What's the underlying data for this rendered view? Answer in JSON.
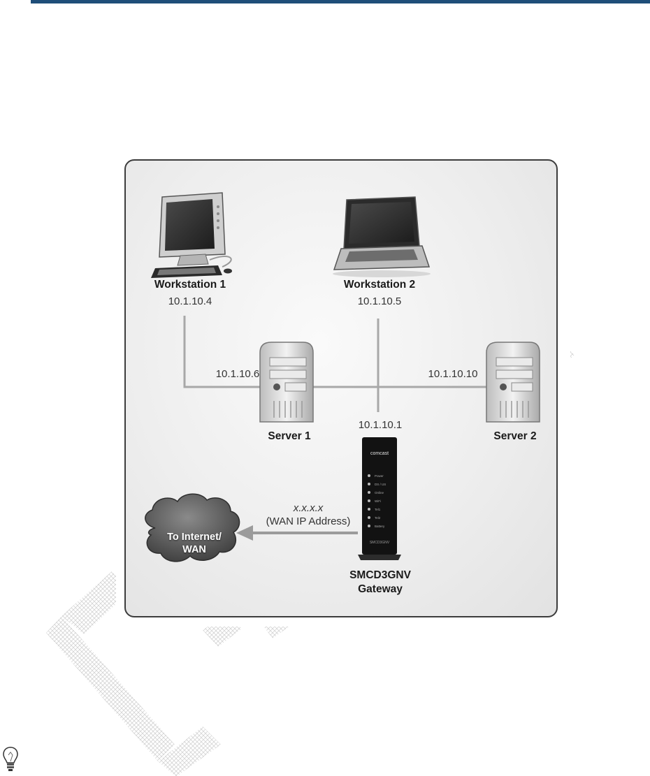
{
  "diagram": {
    "workstation1": {
      "name": "Workstation 1",
      "ip": "10.1.10.4"
    },
    "workstation2": {
      "name": "Workstation 2",
      "ip": "10.1.10.5"
    },
    "server1": {
      "name": "Server 1",
      "ip": "10.1.10.6"
    },
    "server2": {
      "name": "Server 2",
      "ip": "10.1.10.10"
    },
    "gateway": {
      "ip": "10.1.10.1",
      "name_line1": "SMCD3GNV",
      "name_line2": "Gateway",
      "brand": "comcast",
      "model": "SMCD3GNV",
      "leds": [
        "Power",
        "DS / US",
        "Online",
        "WiFi",
        "Tel1",
        "Tel2",
        "Battery"
      ]
    },
    "wan": {
      "address": "x.x.x.x",
      "address_label": "(WAN IP Address)",
      "cloud_line1": "To Internet/",
      "cloud_line2": "WAN"
    }
  },
  "colors": {
    "header_rule": "#1f4e79",
    "link_line": "#a8a8a8",
    "panel_border": "#3c3c3c"
  },
  "icons": [
    "desktop-computer-icon",
    "laptop-icon",
    "server-tower-icon",
    "gateway-modem-icon",
    "cloud-icon",
    "lightbulb-icon"
  ]
}
